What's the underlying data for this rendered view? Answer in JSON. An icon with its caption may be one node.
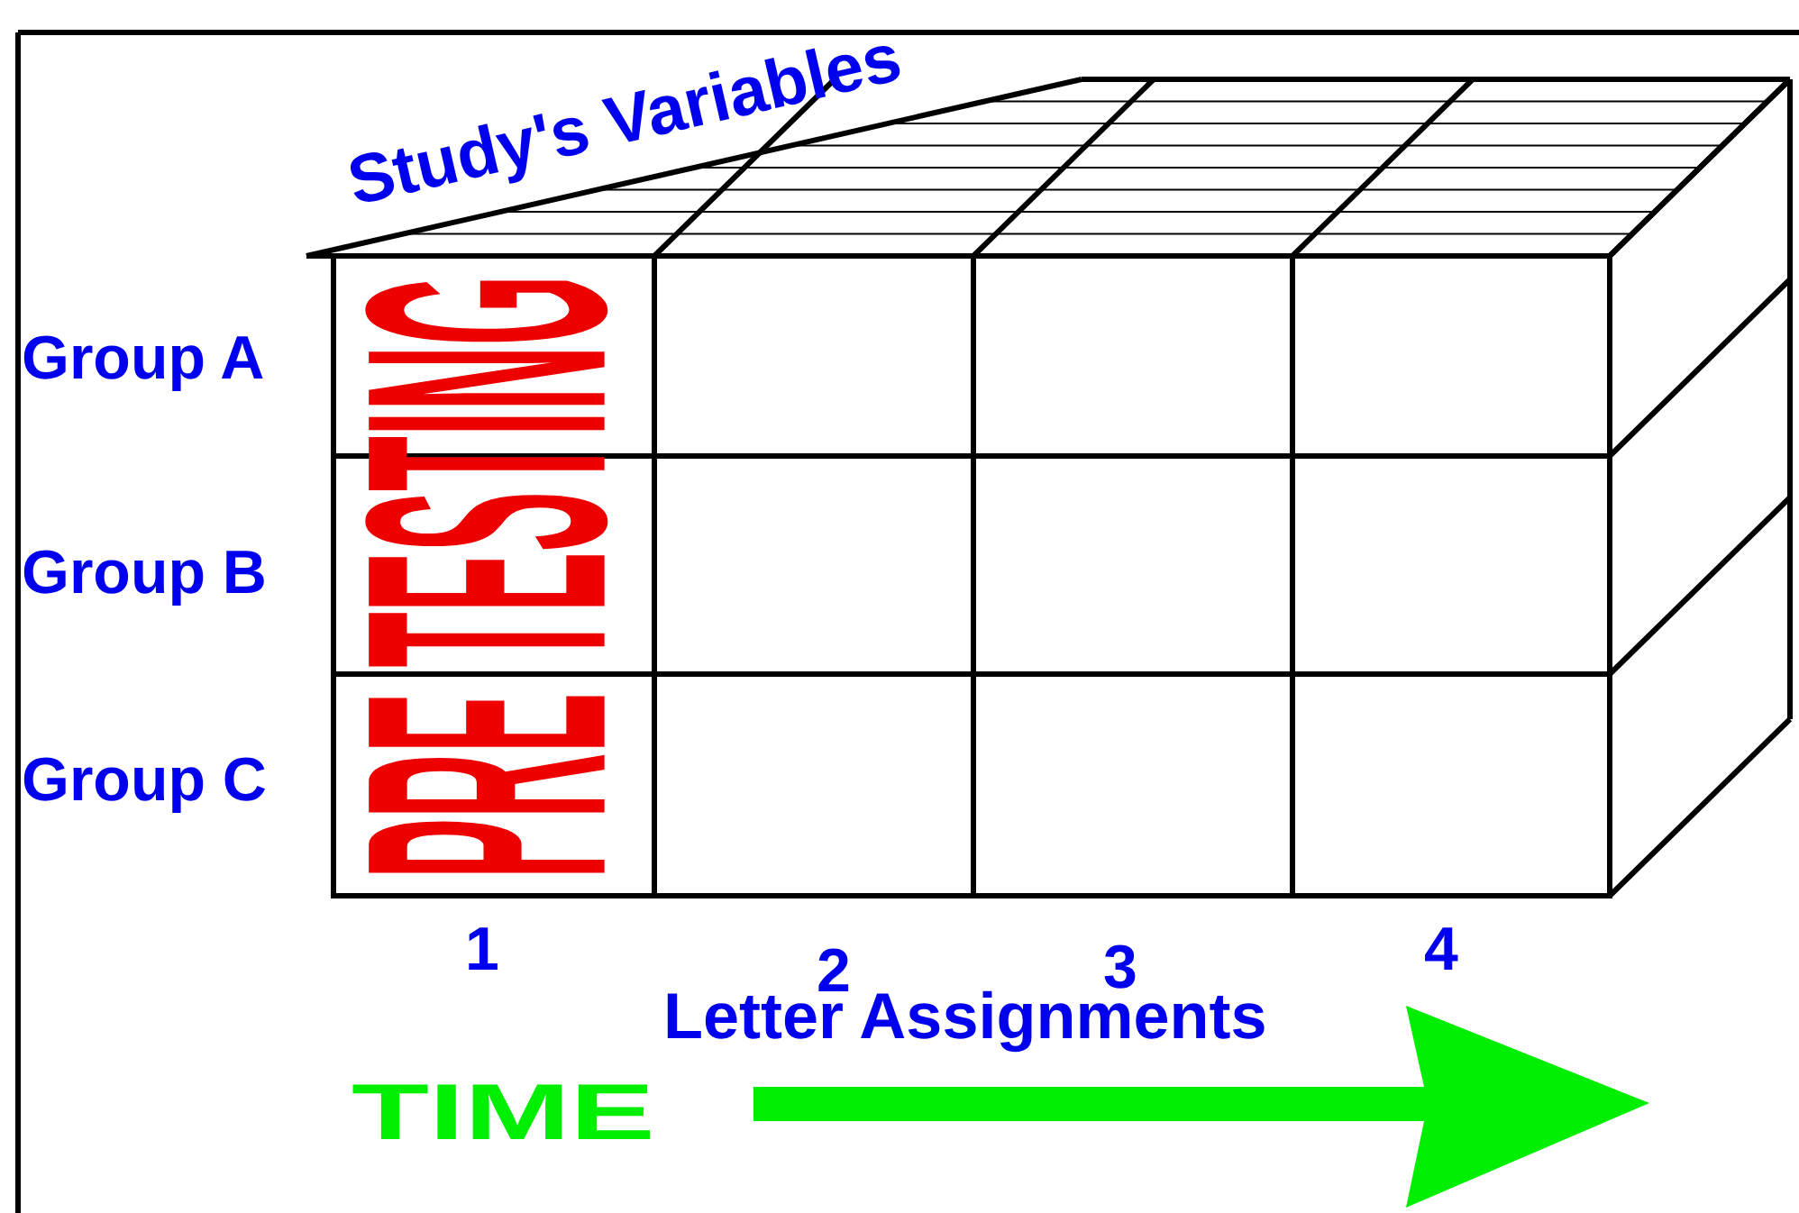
{
  "diagram": {
    "labels": [
      "Study's Variables",
      "Group A",
      "Group B",
      "Group C",
      "PRE TESTING",
      "1",
      "2",
      "3",
      "4",
      "Letter Assignments",
      "TIME"
    ]
  }
}
